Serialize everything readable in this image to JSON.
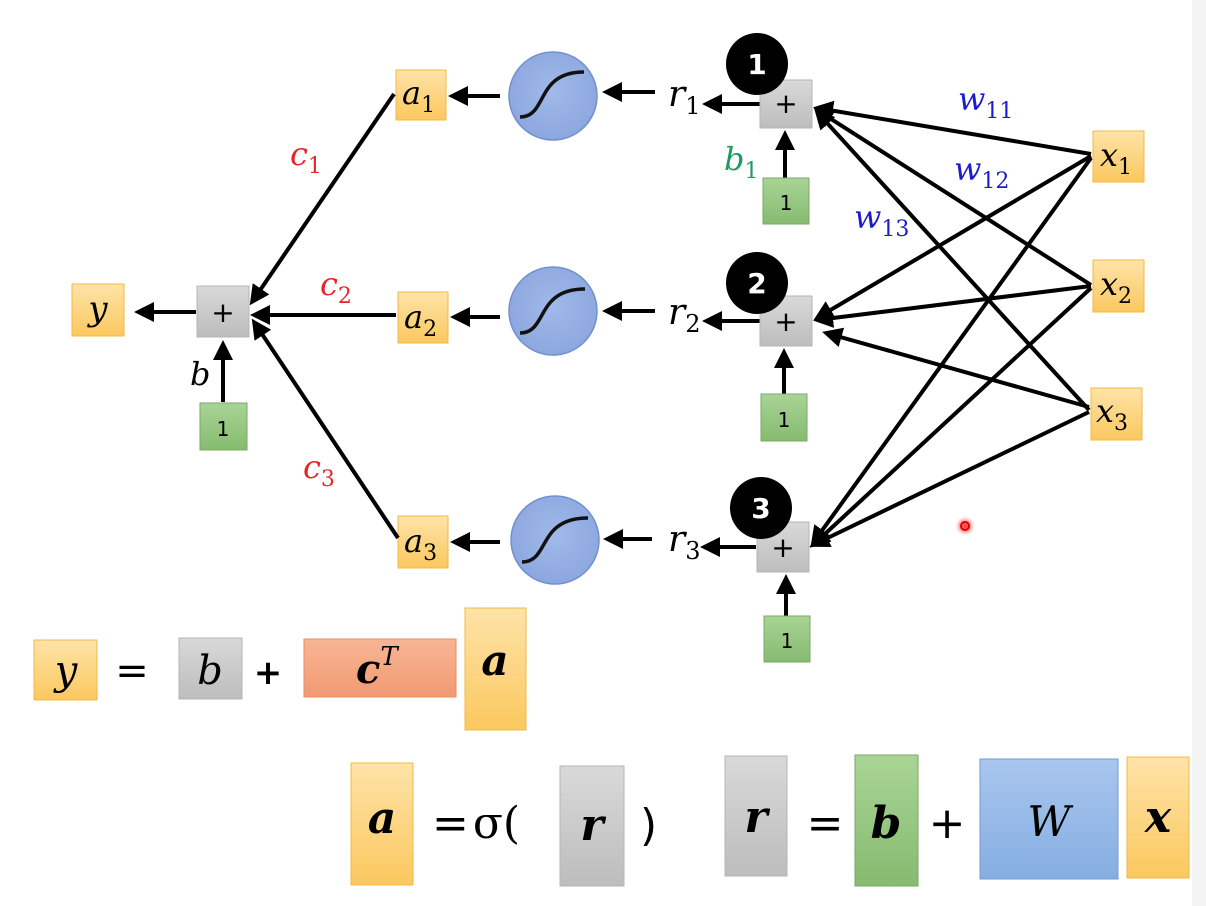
{
  "diagram": {
    "output": {
      "label": "y"
    },
    "output_sum": {
      "symbol": "+",
      "bias_label": "b",
      "bias_input": "1"
    },
    "output_weights": [
      {
        "label": "c",
        "sub": "1"
      },
      {
        "label": "c",
        "sub": "2"
      },
      {
        "label": "c",
        "sub": "3"
      }
    ],
    "neurons": [
      {
        "badge": "1",
        "a": "a",
        "a_sub": "1",
        "r": "r",
        "r_sub": "1",
        "sum": "+",
        "bias_input": "1",
        "bias_label": "b",
        "bias_sub": "1"
      },
      {
        "badge": "2",
        "a": "a",
        "a_sub": "2",
        "r": "r",
        "r_sub": "2",
        "sum": "+",
        "bias_input": "1"
      },
      {
        "badge": "3",
        "a": "a",
        "a_sub": "3",
        "r": "r",
        "r_sub": "3",
        "sum": "+",
        "bias_input": "1"
      }
    ],
    "inputs": [
      {
        "label": "x",
        "sub": "1"
      },
      {
        "label": "x",
        "sub": "2"
      },
      {
        "label": "x",
        "sub": "3"
      }
    ],
    "input_weights": [
      {
        "label": "w",
        "sub": "11"
      },
      {
        "label": "w",
        "sub": "12"
      },
      {
        "label": "w",
        "sub": "13"
      }
    ]
  },
  "equations": {
    "eq1": {
      "lhs": "y",
      "equals": "=",
      "b": "b",
      "plus": "+",
      "c": "c",
      "c_sup": "T",
      "a": "a"
    },
    "eq2": {
      "lhs": "a",
      "equals": "=",
      "sigma": "σ(",
      "r": "r",
      "close": ")"
    },
    "eq3": {
      "lhs": "r",
      "equals": "=",
      "b": "b",
      "plus": "+",
      "W": "W",
      "x": "x"
    }
  },
  "colors": {
    "orange_box": "#fdd27a",
    "orange_border": "#f2b844",
    "gray_box": "#c9c9c9",
    "green_box": "#8fc27c",
    "blue_circle": "#8eaae0",
    "blue_circle_border": "#6e8fd0",
    "salmon_box": "#f4a27e",
    "blue_box": "#8db7e6",
    "red_label": "#e8242a",
    "blue_label": "#1c1ccc",
    "green_label": "#1e9b5e",
    "pointer": "#e00000"
  }
}
